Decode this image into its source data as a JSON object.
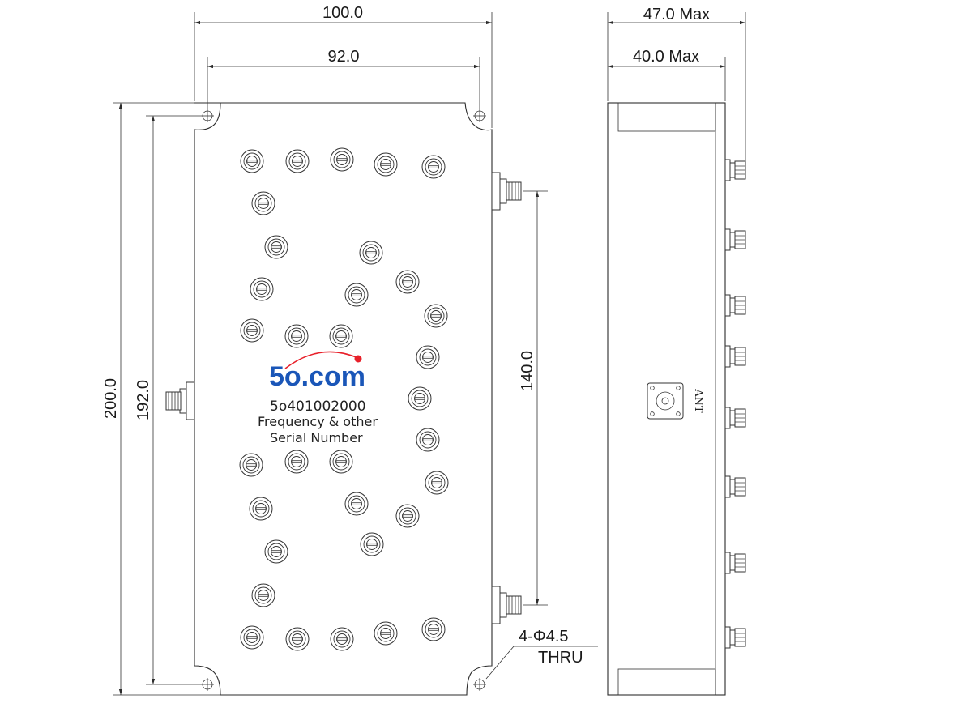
{
  "dimensions": {
    "overall_width": "100.0",
    "hole_spacing_width": "92.0",
    "overall_height": "200.0",
    "hole_spacing_height": "192.0",
    "connector_spacing": "140.0",
    "max_depth": "47.0 Max",
    "body_depth": "40.0 Max",
    "hole_spec": "4-Φ4.5",
    "hole_note": "THRU"
  },
  "label": {
    "logo": "5o.com",
    "logo_dot_color": "#e8202a",
    "logo_color": "#1a56b8",
    "part_number": "5o401002000",
    "line1": "Frequency & other",
    "line2": "Serial Number"
  },
  "side_view": {
    "connector_label": "ANT"
  },
  "icons": {
    "tuning_screw": "tuning-screw-icon",
    "sma_connector": "sma-connector-icon",
    "mount_hole": "mount-hole-icon"
  }
}
